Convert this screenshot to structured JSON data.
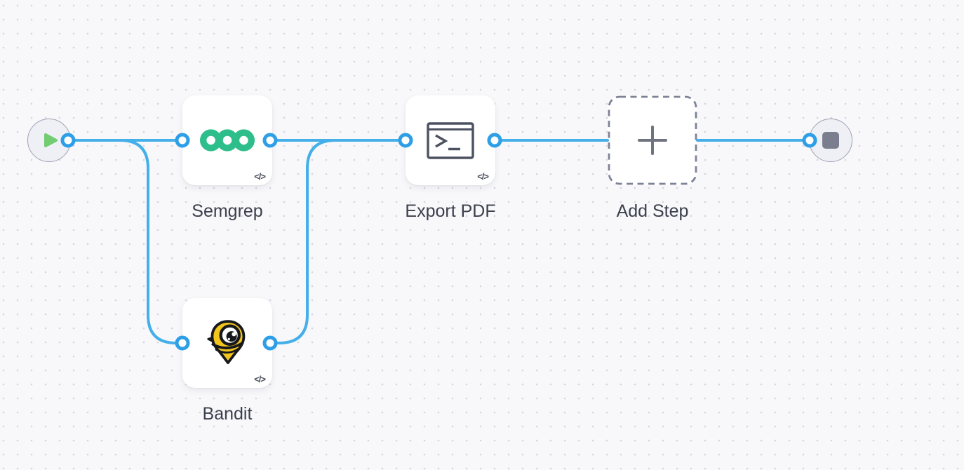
{
  "canvas": {
    "background_color": "#F8F8FB",
    "dot_color": "#D4D5DF",
    "edge_color": "#44AFE9",
    "port_color": "#2E9FE6"
  },
  "nodes": {
    "start": {
      "icon": "play-icon",
      "accent_color": "#72CC72"
    },
    "semgrep": {
      "label": "Semgrep",
      "icon": "semgrep-logo",
      "badge": "</>",
      "logo_color": "#2EBE8C"
    },
    "bandit": {
      "label": "Bandit",
      "icon": "bandit-logo",
      "badge": "</>",
      "logo_color": "#F2C51D"
    },
    "export_pdf": {
      "label": "Export PDF",
      "icon": "terminal-icon",
      "badge": "</>",
      "icon_color": "#4D5263"
    },
    "add_step": {
      "label": "Add Step",
      "icon": "plus-icon",
      "border_style": "dashed"
    },
    "end": {
      "icon": "stop-icon",
      "accent_color": "#7B7E8F"
    }
  },
  "edges": [
    {
      "from": "start",
      "to": "semgrep"
    },
    {
      "from": "start",
      "to": "bandit"
    },
    {
      "from": "semgrep",
      "to": "export_pdf"
    },
    {
      "from": "bandit",
      "to": "export_pdf"
    },
    {
      "from": "export_pdf",
      "to": "add_step"
    },
    {
      "from": "add_step",
      "to": "end"
    }
  ]
}
